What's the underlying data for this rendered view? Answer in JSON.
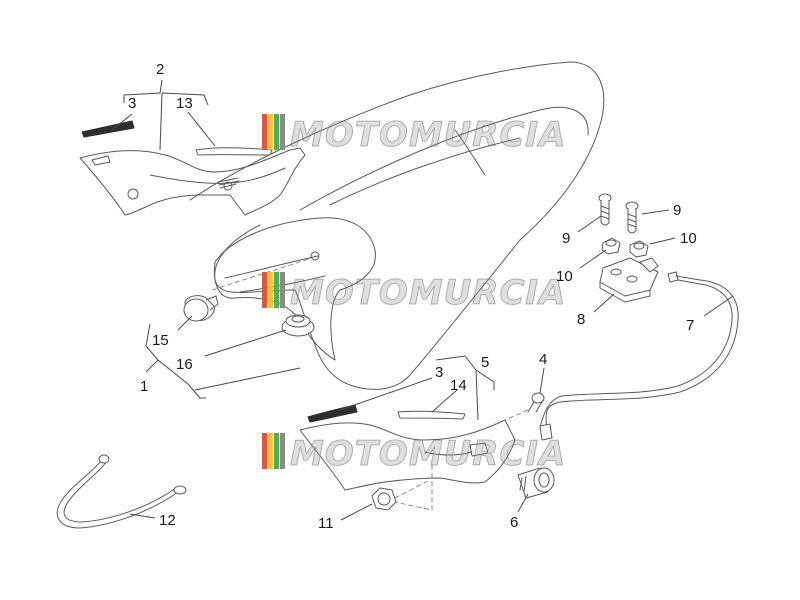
{
  "watermark": {
    "text": "MOTOMURCIA",
    "stripe_colors": [
      "#e0553e",
      "#f0c43c",
      "#4fae5a",
      "#8a8a8a"
    ]
  },
  "callouts": {
    "c1": "1",
    "c2": "2",
    "c3a": "3",
    "c3b": "3",
    "c4": "4",
    "c5": "5",
    "c6": "6",
    "c7": "7",
    "c8": "8",
    "c9a": "9",
    "c9b": "9",
    "c10a": "10",
    "c10b": "10",
    "c11": "11",
    "c12": "12",
    "c13": "13",
    "c14": "14",
    "c15": "15",
    "c16": "16"
  }
}
